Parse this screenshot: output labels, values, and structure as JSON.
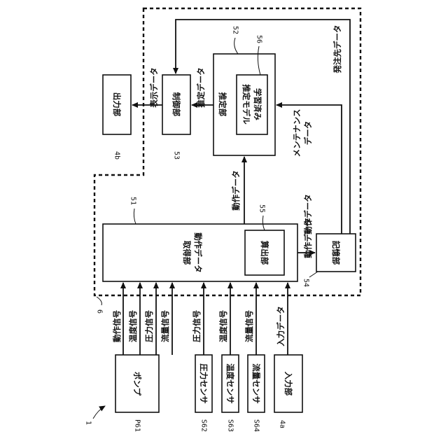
{
  "refs": {
    "system": "1",
    "device": "6",
    "pump": "P61",
    "pressure_sensor": "S62",
    "temp_sensor": "S63",
    "flow_sensor": "S64",
    "input": "4a",
    "output": "4b",
    "acquisition": "51",
    "estimation": "52",
    "control": "53",
    "storage": "54",
    "calculation": "55",
    "model": "56"
  },
  "blocks": {
    "pump": "ポンプ",
    "pressure_sensor": "圧力センサ",
    "temp_sensor": "温度センサ",
    "flow_sensor": "流量センサ",
    "input": "入力部",
    "acquisition_line1": "動作データ",
    "acquisition_line2": "取得部",
    "calculation": "算出部",
    "storage": "記憶部",
    "estimation": "推定部",
    "model_line1": "学習済み",
    "model_line2": "推定モデル",
    "control": "制御部",
    "output": "出力部"
  },
  "signals": {
    "pump_operation": "動作信号",
    "pump_temperature": "温度信号",
    "pump_pressure": "圧力信号",
    "pump_flow": "流量信号",
    "pressure": "圧力信号",
    "temperature": "温度信号",
    "flow": "流量信号",
    "input_data": "入力データ",
    "operation_to_estimation": "動作データ",
    "operation_to_storage": "動作データ",
    "operation_from_storage": "動作データ",
    "maintenance_line1": "メンテナンス",
    "maintenance_line2": "データ",
    "order_destination": "発注先データ",
    "estimation_data": "推定データ",
    "display_data": "表示データ"
  }
}
